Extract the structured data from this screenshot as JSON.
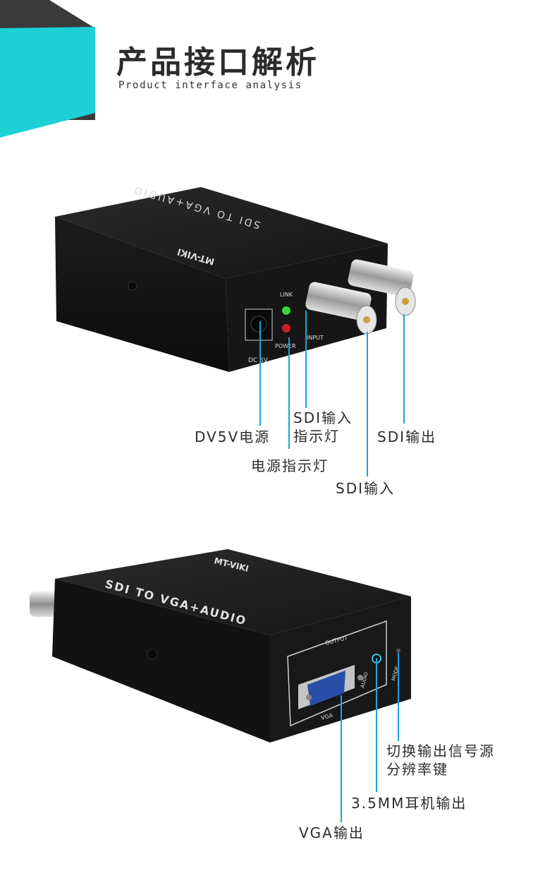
{
  "header": {
    "title_cn": "产品接口解析",
    "title_en": "Product interface analysis",
    "accent_color": "#1ecfd6",
    "dark_color": "#3a3a3a"
  },
  "device_top": {
    "brand": "MT-VIKI",
    "model_text": "SDI TO VGA+AUDIO",
    "labels": {
      "link": "LINK",
      "power": "POWER",
      "input": "INPUT",
      "dc": "DC 5V"
    }
  },
  "device_bottom": {
    "brand": "MT-VIKI",
    "model_text": "SDI TO VGA+AUDIO",
    "labels": {
      "output": "OUTPUT",
      "vga": "VGA",
      "audio": "AUDIO",
      "mode": "MODE"
    }
  },
  "callouts_top": {
    "dc_power": "DV5V电源",
    "sdi_indicator_line1": "SDI输入",
    "sdi_indicator_line2": "指示灯",
    "sdi_output": "SDI输出",
    "power_indicator": "电源指示灯",
    "sdi_input": "SDI输入"
  },
  "callouts_bottom": {
    "mode_line1": "切换输出信号源",
    "mode_line2": "分辨率键",
    "audio_out": "3.5MM耳机输出",
    "vga_out": "VGA输出"
  },
  "callout_color": "#1aa3e0"
}
